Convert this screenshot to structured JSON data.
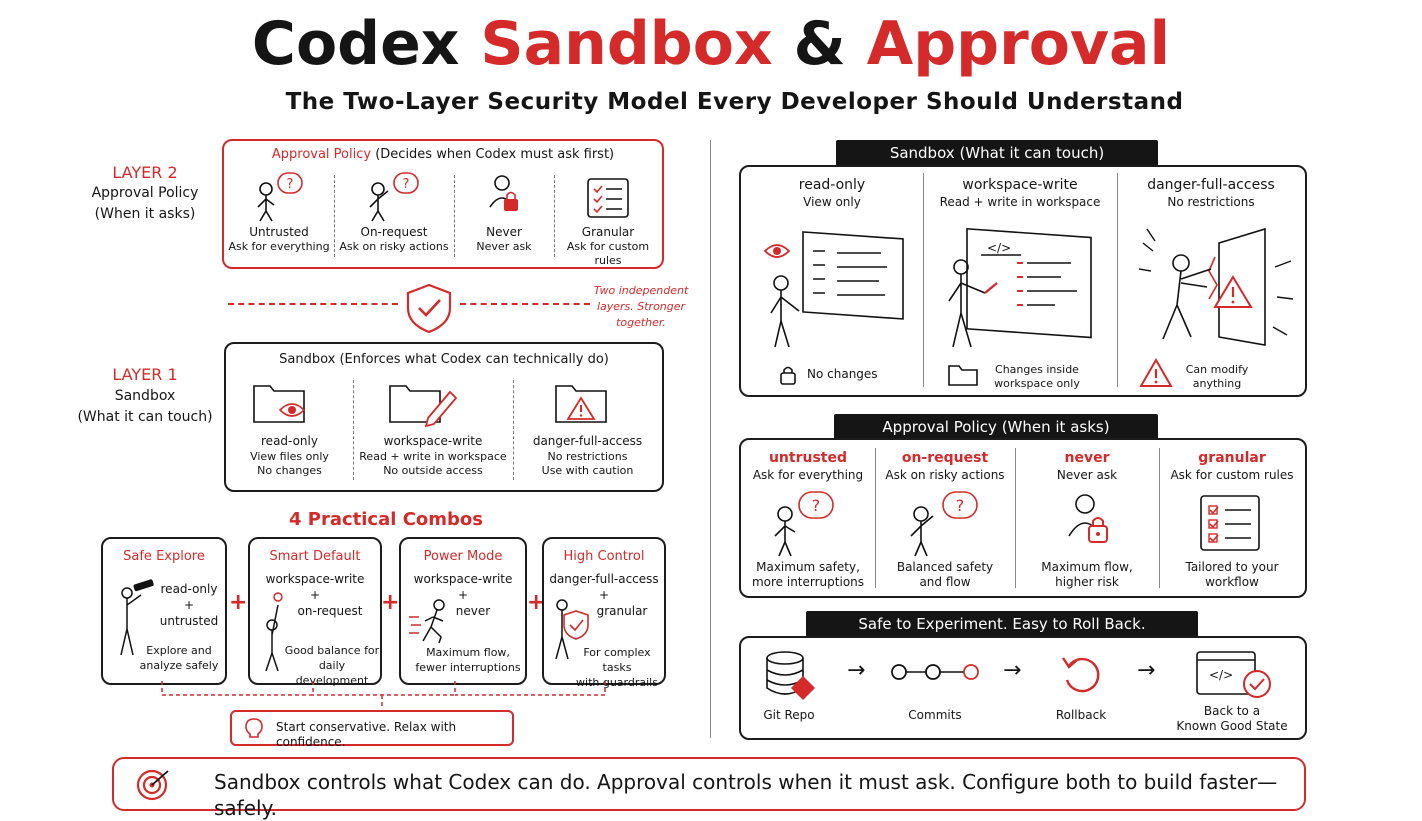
{
  "header": {
    "title_a": "Codex",
    "title_b": "Sandbox",
    "title_c": "&",
    "title_d": "Approval",
    "subtitle": "The Two-Layer Security Model Every Developer Should Understand"
  },
  "left": {
    "layer2": {
      "tag": "LAYER 2",
      "name": "Approval Policy",
      "note": "(When it asks)"
    },
    "approval_box": {
      "title": "Approval Policy",
      "title_note": "(Decides when Codex must ask first)",
      "items": [
        {
          "label": "Untrusted",
          "desc": "Ask for everything"
        },
        {
          "label": "On-request",
          "desc": "Ask on risky actions"
        },
        {
          "label": "Never",
          "desc": "Never ask"
        },
        {
          "label": "Granular",
          "desc": "Ask for custom rules"
        }
      ]
    },
    "shield_note": [
      "Two independent",
      "layers. Stronger",
      "together."
    ],
    "layer1": {
      "tag": "LAYER 1",
      "name": "Sandbox",
      "note": "(What it can touch)"
    },
    "sandbox_box": {
      "title": "Sandbox",
      "title_note": "(Enforces what Codex can technically do)",
      "items": [
        {
          "label": "read-only",
          "desc1": "View files only",
          "desc2": "No changes"
        },
        {
          "label": "workspace-write",
          "desc1": "Read + write in workspace",
          "desc2": "No outside access"
        },
        {
          "label": "danger-full-access",
          "desc1": "No restrictions",
          "desc2": "Use with caution"
        }
      ]
    },
    "combos_title": "4 Practical Combos",
    "combos": [
      {
        "name": "Safe Explore",
        "mode": "read-only",
        "plus": "+",
        "policy": "untrusted",
        "desc1": "Explore and",
        "desc2": "analyze safely"
      },
      {
        "name": "Smart Default",
        "mode": "workspace-write",
        "plus": "+",
        "policy": "on-request",
        "desc1": "Good balance for",
        "desc2": "daily development"
      },
      {
        "name": "Power Mode",
        "mode": "workspace-write",
        "plus": "+",
        "policy": "never",
        "desc1": "Maximum flow,",
        "desc2": "fewer interruptions"
      },
      {
        "name": "High Control",
        "mode": "danger-full-access",
        "plus": "+",
        "policy": "granular",
        "desc1": "For complex tasks",
        "desc2": "with guardrails"
      }
    ],
    "combo_plus": "+",
    "tip": "Start conservative. Relax with confidence."
  },
  "right": {
    "sandbox_banner": {
      "title": "Sandbox",
      "note": "(What it can touch)"
    },
    "sandbox_cols": [
      {
        "label": "read-only",
        "sub": "View only",
        "foot1": "No changes",
        "foot2": ""
      },
      {
        "label": "workspace-write",
        "sub": "Read + write in workspace",
        "foot1": "Changes inside",
        "foot2": "workspace only"
      },
      {
        "label": "danger-full-access",
        "sub": "No restrictions",
        "foot1": "Can modify",
        "foot2": "anything"
      }
    ],
    "code_glyph": "</>",
    "approval_banner": {
      "title": "Approval Policy",
      "note": "(When it asks)"
    },
    "approval_cols": [
      {
        "label": "untrusted",
        "sub": "Ask for everything",
        "foot1": "Maximum safety,",
        "foot2": "more interruptions"
      },
      {
        "label": "on-request",
        "sub": "Ask on risky actions",
        "foot1": "Balanced safety",
        "foot2": "and flow"
      },
      {
        "label": "never",
        "sub": "Never ask",
        "foot1": "Maximum flow,",
        "foot2": "higher risk"
      },
      {
        "label": "granular",
        "sub": "Ask for custom rules",
        "foot1": "Tailored to your",
        "foot2": "workflow"
      }
    ],
    "experiment_banner": "Safe to Experiment. Easy to Roll Back.",
    "flow": [
      {
        "label1": "Git Repo",
        "label2": ""
      },
      {
        "label1": "Commits",
        "label2": ""
      },
      {
        "label1": "Rollback",
        "label2": ""
      },
      {
        "label1": "Back to a",
        "label2": "Known Good State"
      }
    ],
    "arrow_glyph": "→"
  },
  "footer": {
    "text": "Sandbox controls what Codex can do. Approval controls when it must ask. Configure both to build faster—safely."
  },
  "colors": {
    "accent": "#d42a2a",
    "ink": "#151515"
  }
}
